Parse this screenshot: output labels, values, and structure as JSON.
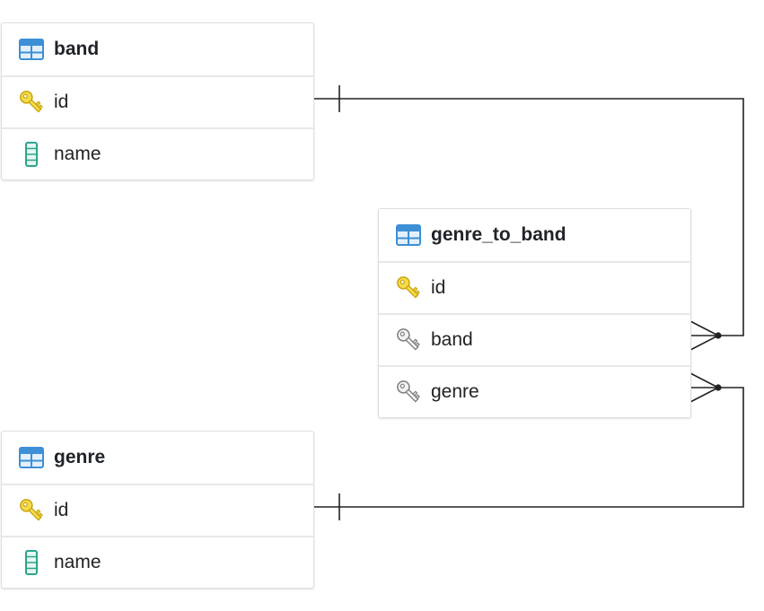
{
  "tables": {
    "band": {
      "name": "band",
      "columns": [
        {
          "name": "id",
          "icon": "primary-key-icon"
        },
        {
          "name": "name",
          "icon": "column-icon"
        }
      ]
    },
    "genre_to_band": {
      "name": "genre_to_band",
      "columns": [
        {
          "name": "id",
          "icon": "primary-key-icon"
        },
        {
          "name": "band",
          "icon": "foreign-key-icon"
        },
        {
          "name": "genre",
          "icon": "foreign-key-icon"
        }
      ]
    },
    "genre": {
      "name": "genre",
      "columns": [
        {
          "name": "id",
          "icon": "primary-key-icon"
        },
        {
          "name": "name",
          "icon": "column-icon"
        }
      ]
    }
  },
  "relationships": [
    {
      "from": "band.id",
      "to": "genre_to_band.band",
      "from_cardinality": "one",
      "to_cardinality": "many"
    },
    {
      "from": "genre.id",
      "to": "genre_to_band.genre",
      "from_cardinality": "one",
      "to_cardinality": "many"
    }
  ],
  "colors": {
    "table_icon": "#3d8fd6",
    "primary_key": "#e8c31f",
    "foreign_key": "#8a8a8a",
    "column": "#2ba58a",
    "line": "#222222"
  }
}
